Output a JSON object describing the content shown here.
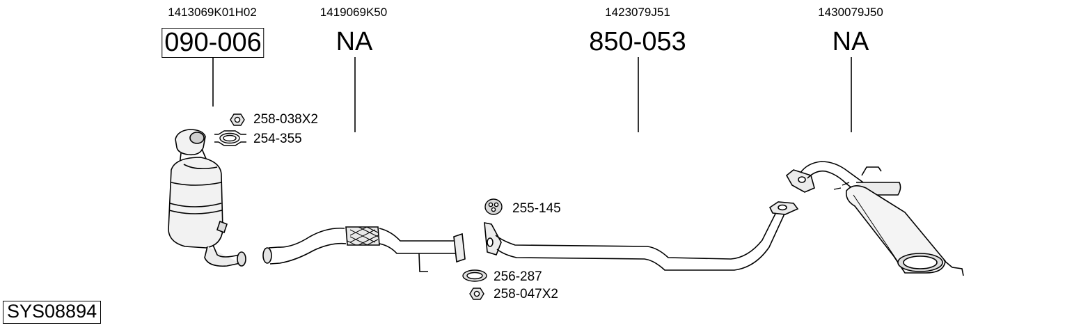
{
  "parts": [
    {
      "oem": "1413069K01H02",
      "number": "090-006",
      "boxed": true
    },
    {
      "oem": "1419069K50",
      "number": "NA",
      "boxed": false
    },
    {
      "oem": "1423079J51",
      "number": "850-053",
      "boxed": false
    },
    {
      "oem": "1430079J50",
      "number": "NA",
      "boxed": false
    }
  ],
  "accessories": [
    {
      "number": "258-038X2",
      "icon": "nut-icon"
    },
    {
      "number": "254-355",
      "icon": "clamp-icon"
    },
    {
      "number": "255-145",
      "icon": "rubber-hanger-icon"
    },
    {
      "number": "256-287",
      "icon": "gasket-ring-icon"
    },
    {
      "number": "258-047X2",
      "icon": "nut-icon"
    }
  ],
  "system_id": "SYS08894",
  "colors": {
    "line": "#000000",
    "fill": "#f2f2f2",
    "shade": "#cfcfcf",
    "background": "#ffffff"
  }
}
